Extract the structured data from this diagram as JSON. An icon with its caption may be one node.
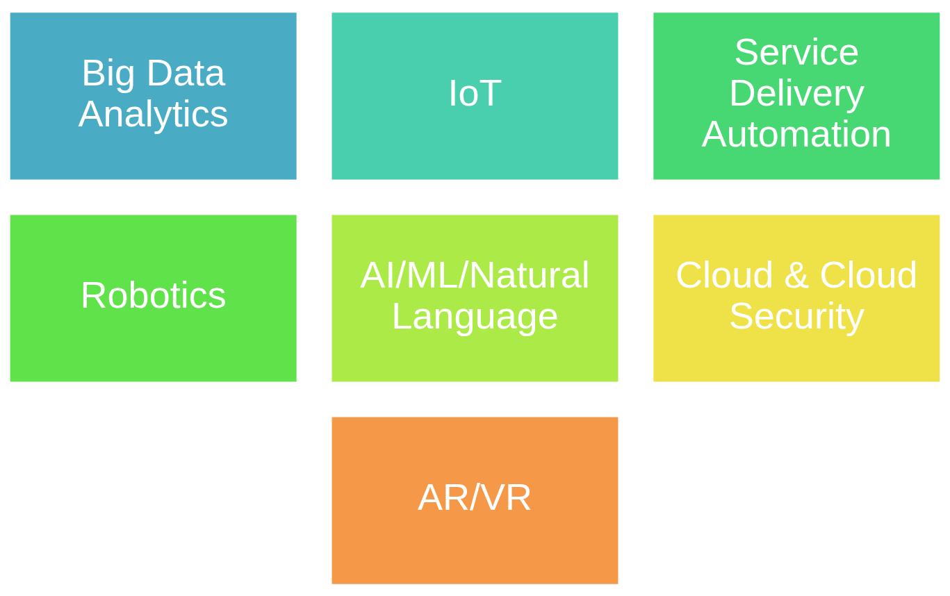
{
  "diagram": {
    "nodes": [
      {
        "text": [
          "Big Data Analytics"
        ]
      },
      {
        "text": [
          "IoT"
        ]
      },
      {
        "text": [
          "Service Delivery Automation"
        ]
      },
      {
        "text": [
          "Robotics"
        ]
      },
      {
        "text": [
          "AI/ML/Natural Language"
        ]
      },
      {
        "text": [
          "Cloud & Cloud Security"
        ]
      },
      {
        "text": [
          "AR/VR"
        ]
      }
    ]
  }
}
